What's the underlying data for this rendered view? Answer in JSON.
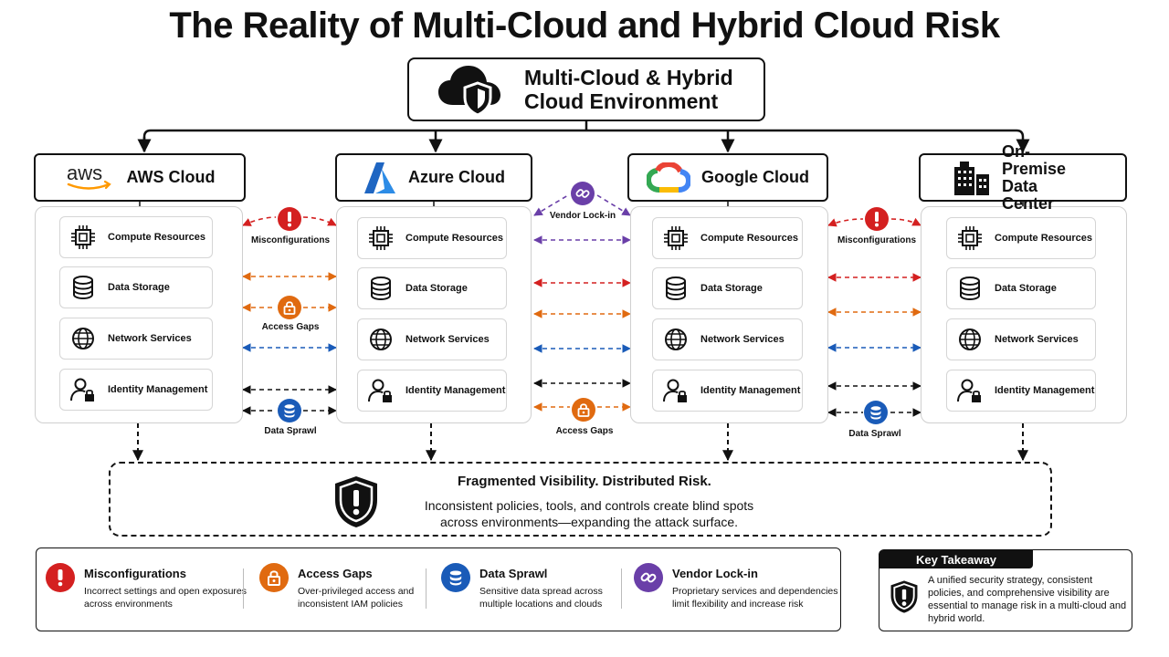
{
  "title": "The Reality of Multi-Cloud and Hybrid Cloud Risk",
  "environment": {
    "title": "Multi-Cloud & Hybrid Cloud Environment",
    "icon": "cloud-shield-icon"
  },
  "providers": [
    {
      "name": "AWS Cloud",
      "logo": "aws",
      "resources": [
        "Compute Resources",
        "Data Storage",
        "Network Services",
        "Identity Management"
      ]
    },
    {
      "name": "Azure Cloud",
      "logo": "azure",
      "resources": [
        "Compute Resources",
        "Data Storage",
        "Network Services",
        "Identity Management"
      ]
    },
    {
      "name": "Google Cloud",
      "logo": "google",
      "resources": [
        "Compute Resources",
        "Data Storage",
        "Network Services",
        "Identity Management"
      ]
    },
    {
      "name": "On-Premise Data Center",
      "logo": "datacenter",
      "resources": [
        "Compute Resources",
        "Data Storage",
        "Network Services",
        "Identity Management"
      ]
    }
  ],
  "risk_labels": {
    "misconfigurations_1": "Misconfigurations",
    "access_gaps_1": "Access Gaps",
    "data_sprawl_1": "Data Sprawl",
    "vendor_lockin": "Vendor Lock-in",
    "access_gaps_2": "Access Gaps",
    "misconfigurations_2": "Misconfigurations",
    "data_sprawl_2": "Data Sprawl"
  },
  "fragmented": {
    "title": "Fragmented Visibility. Distributed Risk.",
    "subtitle": "Inconsistent policies, tools, and controls create blind spots across environments—expanding the attack surface."
  },
  "legend": [
    {
      "title": "Misconfigurations",
      "desc": "Incorrect settings and open exposures across environments",
      "color": "#d42020",
      "icon": "exclamation-icon"
    },
    {
      "title": "Access Gaps",
      "desc": "Over-privileged access and inconsistent IAM policies",
      "color": "#e06a10",
      "icon": "lock-icon"
    },
    {
      "title": "Data Sprawl",
      "desc": "Sensitive data spread across multiple locations and clouds",
      "color": "#1a5bb8",
      "icon": "database-icon"
    },
    {
      "title": "Vendor Lock-in",
      "desc": "Proprietary services and dependencies limit flexibility and increase risk",
      "color": "#6a3fa8",
      "icon": "link-icon"
    }
  ],
  "takeaway": {
    "title": "Key Takeaway",
    "text": "A unified security strategy, consistent policies, and comprehensive visibility are essential to manage risk in a multi-cloud and hybrid world."
  },
  "colors": {
    "red": "#d42020",
    "orange": "#e06a10",
    "blue": "#1a5bb8",
    "purple": "#6a3fa8",
    "dark": "#111111"
  }
}
